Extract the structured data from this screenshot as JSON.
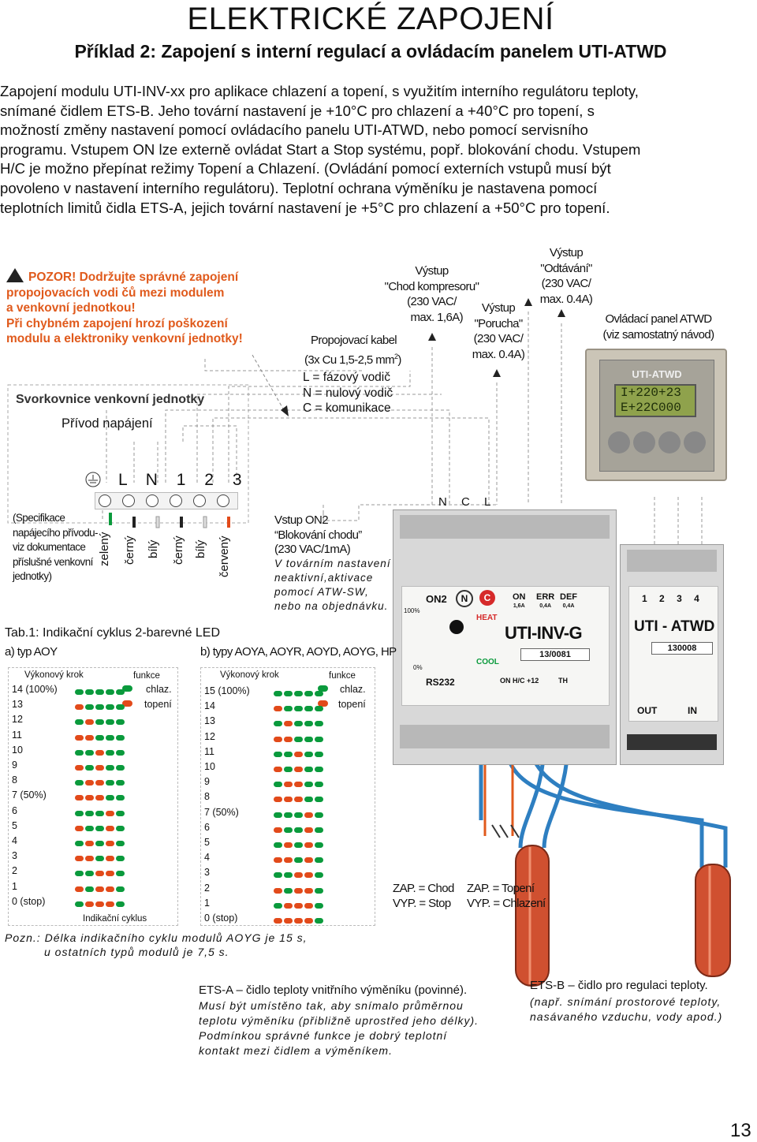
{
  "title": "ELEKTRICKÉ ZAPOJENÍ",
  "subtitle": "Příklad 2: Zapojení s interní regulací a ovládacím panelem UTI-ATWD",
  "intro": [
    "Zapojení modulu UTI-INV-xx pro aplikace chlazení a topení, s využitím interního regulátoru teploty,",
    "snímané čidlem ETS-B. Jeho tovární nastavení je +10°C pro chlazení a +40°C pro topení, s",
    "možností změny nastavení pomocí ovládacího panelu UTI-ATWD, nebo pomocí servisního",
    "programu. Vstupem ON lze externě ovládat Start a Stop systému, popř. blokování chodu. Vstupem",
    "H/C je možno přepínat režimy Topení a Chlazení. (Ovládání pomocí externích vstupů musí být",
    "povoleno v nastavení interního regulátoru). Teplotní ochrana výměníku je nastavena pomocí",
    "teplotních limitů čidla ETS-A, jejich tovární nastavení je +5°C pro chlazení a +50°C pro topení."
  ],
  "warning": {
    "l1a": "POZOR!",
    "l1b": " Dodržujte správné zapojení",
    "l2": "propojovacích vodi čů mezi modulem",
    "l3": "a venkovní jednotkou!",
    "l4": "Při chybném zapojení hrozí poškození",
    "l5": "modulu a elektroniky venkovní jednotky!"
  },
  "outdoor": {
    "title": "Svorkovnice venkovní jednotky",
    "supply": "Přívod napájení",
    "terminals": [
      "L",
      "N",
      "1",
      "2",
      "3"
    ],
    "note": [
      "(Specifikace",
      "napájecího přívodu-",
      "viz dokumentace",
      "příslušné venkovní",
      "jednotky)"
    ],
    "wires": [
      "zelený",
      "černý",
      "bílý",
      "černý",
      "bílý",
      "červený"
    ]
  },
  "cable": {
    "title": "Propojovací kabel",
    "spec": "(3x Cu 1,5-2,5 mm",
    "sup": "2",
    "close": ")",
    "legend": [
      "L = fázový vodič",
      "N = nulový vodič",
      "C = komunikace"
    ]
  },
  "outputs": {
    "comp": [
      "Výstup",
      "\"Chod kompresoru\"",
      "(230 VAC/",
      "max. 1,6A)"
    ],
    "fault": [
      "Výstup",
      "\"Porucha\"",
      "(230 VAC/",
      "max. 0.4A)"
    ],
    "defrost": [
      "Výstup",
      "\"Odtávání\"",
      "(230 VAC/",
      "max. 0.4A)"
    ]
  },
  "panel": {
    "caption": [
      "Ovládací panel ATWD",
      "(viz samostatný návod)"
    ],
    "brand": "UTI-ATWD",
    "lcd": [
      "I+220+23",
      "E+22C000"
    ]
  },
  "input_on2": {
    "lines": [
      "Vstup ON2",
      "“Blokování chodu”",
      "(230 VAC/1mA)"
    ],
    "note": [
      "V továrním nastavení",
      "neaktivní,aktivace",
      "pomocí ATW-SW,",
      "nebo na objednávku."
    ]
  },
  "module": {
    "ncl": [
      "N",
      "C",
      "L"
    ],
    "name": "UTI-INV-G",
    "sn": "13/0081",
    "heat": "HEAT",
    "cool": "COOL",
    "rs": "RS232",
    "on2": "ON2",
    "n": "N",
    "c": "C",
    "p100": "100%",
    "p0": "0%",
    "on": "ON",
    "on_v": "1,6A",
    "err": "ERR",
    "err_v": "0,4A",
    "def": "DEF",
    "def_v": "0,4A",
    "bottom": "ON H/C +12",
    "th": "TH",
    "atwd": "UTI - ATWD",
    "atwd_sn": "130008",
    "out": "OUT",
    "in": "IN",
    "nums": [
      "1",
      "2",
      "3",
      "4"
    ]
  },
  "switches": {
    "a": [
      "ZAP. = Chod",
      "VYP. = Stop"
    ],
    "b": [
      "ZAP. = Topení",
      "VYP. = Chlazení"
    ]
  },
  "table": {
    "title": "Tab.1: Indikační cyklus 2-barevné LED",
    "a_label": "a) typ AOY",
    "b_label": "b) typy AOYA, AOYR, AOYD, AOYG, HP",
    "col1": "Výkonový krok",
    "col2": "funkce",
    "chlaz": "chlaz.",
    "topeni": "topení",
    "cycle": "Indikační cyklus",
    "a_rows": [
      {
        "label": "14 (100%)",
        "dots": "ggggg"
      },
      {
        "label": "13",
        "dots": "rgggg"
      },
      {
        "label": "12",
        "dots": "grggg"
      },
      {
        "label": "11",
        "dots": "rrggg"
      },
      {
        "label": "10",
        "dots": "ggrgg"
      },
      {
        "label": "9",
        "dots": "rgrgg"
      },
      {
        "label": "8",
        "dots": "grrgg"
      },
      {
        "label": "7 (50%)",
        "dots": "rrrgg"
      },
      {
        "label": "6",
        "dots": "gggrg"
      },
      {
        "label": "5",
        "dots": "rggrg"
      },
      {
        "label": "4",
        "dots": "grgrg"
      },
      {
        "label": "3",
        "dots": "rrgrg"
      },
      {
        "label": "2",
        "dots": "ggrrg"
      },
      {
        "label": "1",
        "dots": "rgrrg"
      },
      {
        "label": "0 (stop)",
        "dots": "grrrg"
      }
    ],
    "b_rows": [
      {
        "label": "15 (100%)",
        "dots": "ggggg"
      },
      {
        "label": "14",
        "dots": "rgggg"
      },
      {
        "label": "13",
        "dots": "grggg"
      },
      {
        "label": "12",
        "dots": "rrggg"
      },
      {
        "label": "11",
        "dots": "ggrgg"
      },
      {
        "label": "10",
        "dots": "rgrgg"
      },
      {
        "label": "9",
        "dots": "grrgg"
      },
      {
        "label": "8",
        "dots": "rrrgg"
      },
      {
        "label": "7 (50%)",
        "dots": "gggrg"
      },
      {
        "label": "6",
        "dots": "rggrg"
      },
      {
        "label": "5",
        "dots": "grgrg"
      },
      {
        "label": "4",
        "dots": "rrgrg"
      },
      {
        "label": "3",
        "dots": "ggrrg"
      },
      {
        "label": "2",
        "dots": "rgrrg"
      },
      {
        "label": "1",
        "dots": "grrrg"
      },
      {
        "label": "0 (stop)",
        "dots": "rrrrg"
      }
    ],
    "note": [
      "Pozn.: Délka indikačního cyklu modulů AOYG je 15 s,",
      "u ostatních typů modulů je 7,5 s."
    ]
  },
  "etsa": {
    "title": "ETS-A – čidlo teploty vnitřního výměníku (povinné).",
    "lines": [
      "Musí být umístěno tak, aby snímalo průměrnou",
      "teplotu výměníku (přibližně uprostřed jeho délky).",
      "Podmínkou správné funkce je dobrý teplotní",
      "kontakt mezi čidlem a výměníkem."
    ]
  },
  "etsb": {
    "title": "ETS-B – čidlo pro regulaci teploty.",
    "lines": [
      "(např. snímání prostorové teploty,",
      "nasávaného vzduchu, vody apod.)"
    ]
  },
  "page_number": "13",
  "colors": {
    "orange": "#e05a1c",
    "green": "#0a9a3c",
    "red": "#e24a1a",
    "blue": "#2e7fc1"
  }
}
